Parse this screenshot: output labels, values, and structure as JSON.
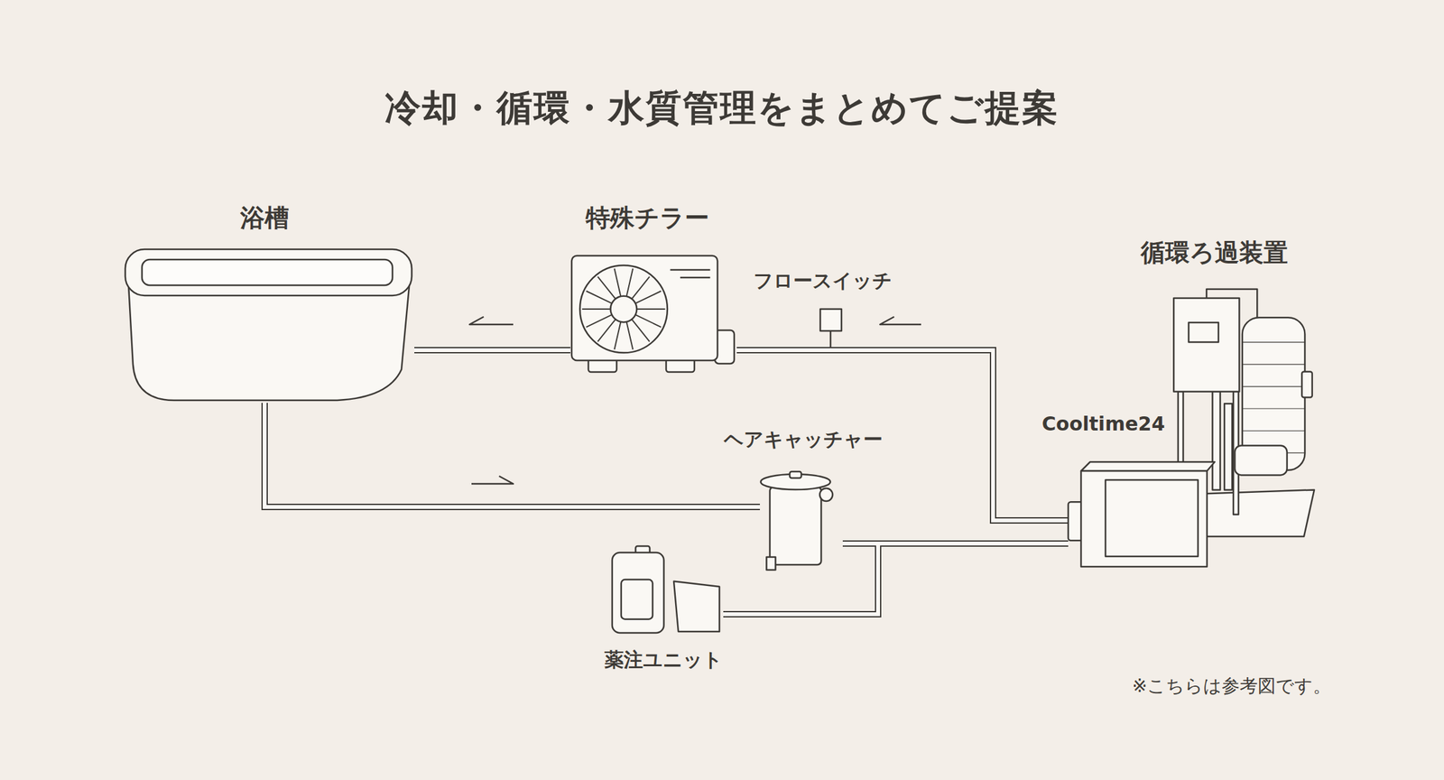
{
  "diagram": {
    "title": "冷却・循環・水質管理をまとめてご提案",
    "nodes": [
      {
        "text": [
          "浴槽"
        ]
      },
      {
        "text": [
          "特殊チラー"
        ]
      },
      {
        "text": [
          "フロースイッチ"
        ]
      },
      {
        "text": [
          "循環ろ過装置"
        ]
      },
      {
        "text": [
          "Cooltime24"
        ]
      },
      {
        "text": [
          "ヘアキャッチャー"
        ]
      },
      {
        "text": [
          "薬注ユニット"
        ]
      }
    ],
    "edges": [
      {
        "from": 1,
        "to": 0,
        "arrow": "none"
      },
      {
        "from": 0,
        "to": 5,
        "arrow": "none"
      },
      {
        "from": 5,
        "to": 4,
        "arrow": "none"
      },
      {
        "from": 4,
        "to": 1,
        "arrow": "none"
      },
      {
        "from": 6,
        "to": 4,
        "arrow": "none"
      }
    ],
    "labels": [
      "※こちらは参考図です。"
    ]
  }
}
